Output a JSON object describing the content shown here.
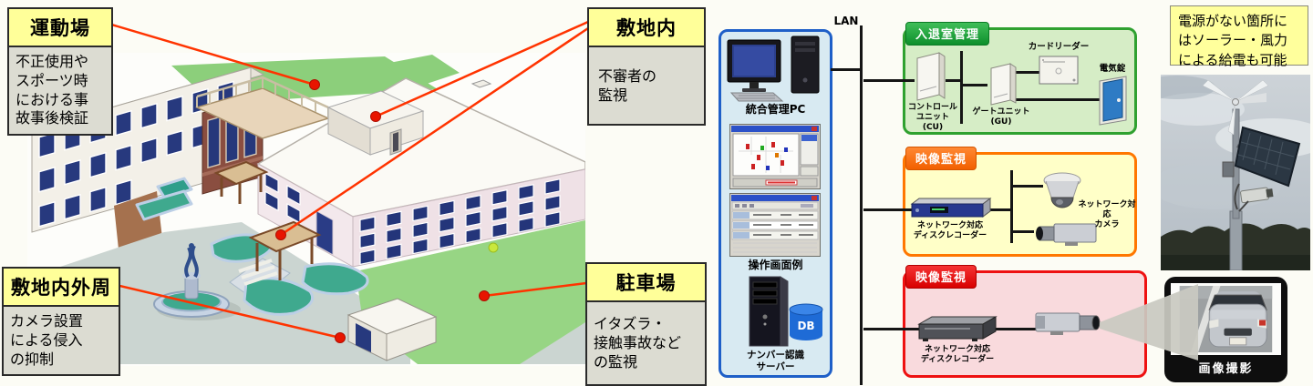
{
  "left": {
    "callouts": [
      {
        "title": "運動場",
        "body": "不正使用や\nスポーツ時\nにおける事\n故事後検証"
      },
      {
        "title": "敷地内",
        "body": "不審者の\n監視"
      },
      {
        "title": "敷地内外周",
        "body": "カメラ設置\nによる侵入\nの抑制"
      },
      {
        "title": "駐車場",
        "body": "イタズラ・\n接触事故など\nの監視"
      }
    ]
  },
  "diagram": {
    "lan_label": "LAN",
    "management": {
      "pc_label": "統合管理PC",
      "screens_label": "操作画面例",
      "server_label": "ナンバー認識\nサーバー",
      "db_label": "DB"
    },
    "access_control": {
      "title": "入退室管理",
      "control_unit": "コントロール\nユニット\n(CU)",
      "gate_unit": "ゲートユニット\n(GU)",
      "card_reader": "カードリーダー",
      "electric_lock": "電気錠"
    },
    "video1": {
      "title": "映像監視",
      "recorder": "ネットワーク対応\nディスクレコーダー",
      "camera": "ネットワーク対応\nカメラ"
    },
    "video2": {
      "title": "映像監視",
      "recorder": "ネットワーク対応\nディスクレコーダー"
    }
  },
  "right": {
    "solar_note": "電源がない箇所に\nはソーラー・風力\nによる給電も可能",
    "capture_label": "画像撮影"
  },
  "colors": {
    "callout_header": "#FFFF99",
    "callout_body": "#DCDCD2",
    "callout_line": "#FF3300",
    "panel_blue_border": "#1E5FC8",
    "panel_blue_fill": "#D8EAF2",
    "box_green_border": "#2FA130",
    "box_green_fill": "#D6EDC6",
    "box_orange_border": "#FF7700",
    "box_orange_fill": "#FFFFC8",
    "box_red_border": "#EE1111",
    "box_red_fill": "#F9DADD",
    "trunk_line": "#151515"
  }
}
